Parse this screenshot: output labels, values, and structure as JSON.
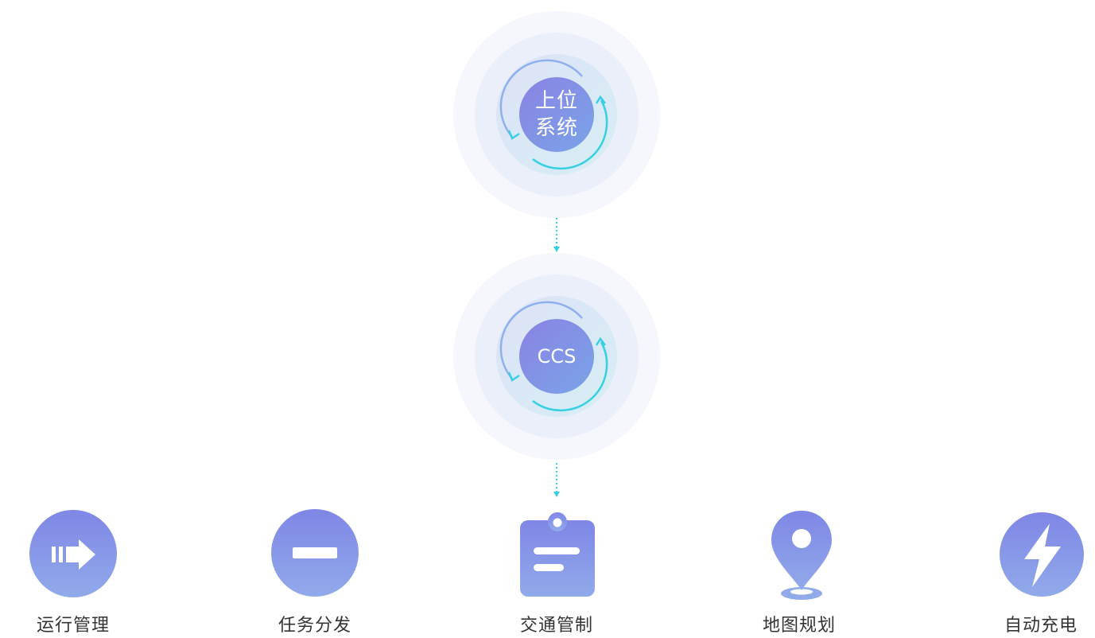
{
  "colors": {
    "accent_blue": "#7f86e6",
    "accent_light": "#91a9ec",
    "cyan": "#36cfe3",
    "halo": "#eef1fb",
    "text": "#333333"
  },
  "top_node": {
    "line1": "上位",
    "line2": "系统"
  },
  "middle_node": {
    "label": "CCS"
  },
  "modules": [
    {
      "label": "运行管理",
      "icon": "forward-arrow-icon"
    },
    {
      "label": "任务分发",
      "icon": "minus-icon"
    },
    {
      "label": "交通管制",
      "icon": "clipboard-icon"
    },
    {
      "label": "地图规划",
      "icon": "map-pin-icon"
    },
    {
      "label": "自动充电",
      "icon": "lightning-icon"
    }
  ]
}
